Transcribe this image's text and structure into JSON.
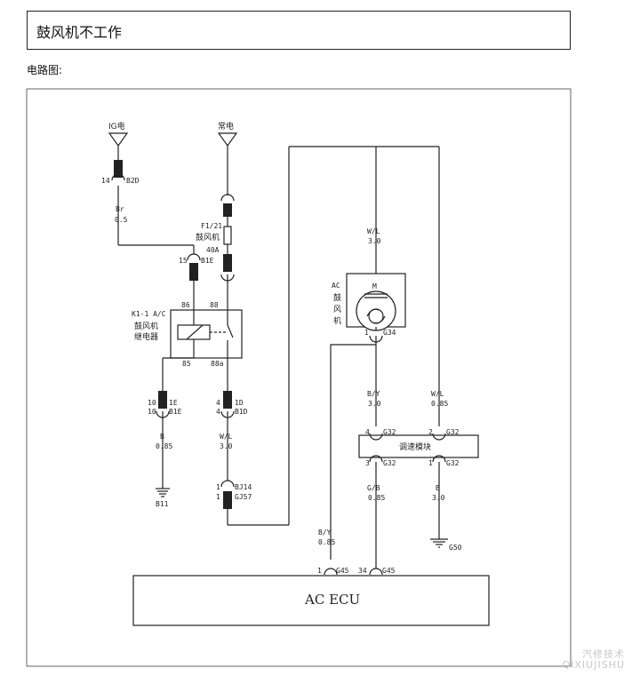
{
  "header": {
    "title": "鼓风机不工作"
  },
  "section": {
    "label": "电路图:"
  },
  "diagram": {
    "power_ig": "IG电",
    "power_batt": "常电",
    "conn_b2d_pin": "14",
    "conn_b2d": "B2D",
    "wire_br": "Br",
    "wire_br_size": "0.5",
    "fuse_id": "F1/21",
    "fuse_name": "鼓风机",
    "fuse_rating": "40A",
    "conn_b1e_top_pin": "15",
    "conn_b1e_top": "B1E",
    "relay_id": "K1-1 A/C",
    "relay_name1": "鼓风机",
    "relay_name2": "继电器",
    "relay_pin86": "86",
    "relay_pin88": "88",
    "relay_pin85": "85",
    "relay_pin88a": "88a",
    "conn_1e_pin_a": "10",
    "conn_1e_a": "1E",
    "conn_b1e_pin_b": "10",
    "conn_b1e_b": "B1E",
    "wire_b1": "B",
    "wire_b1_size": "0.85",
    "ground_b11": "B11",
    "conn_1d_pin_a": "4",
    "conn_1d_a": "1D",
    "conn_b1d_pin_b": "4",
    "conn_b1d_b": "B1D",
    "wire_wl1": "W/L",
    "wire_wl1_size": "3.0",
    "conn_bj14_pin": "1",
    "conn_bj14": "BJ14",
    "conn_gj57_pin": "1",
    "conn_gj57": "GJ57",
    "wire_wl2": "W/L",
    "wire_wl2_size": "3.0",
    "motor_letter": "M",
    "motor_label1": "AC",
    "motor_label2": "鼓",
    "motor_label3": "风",
    "motor_label4": "机",
    "conn_g34_pin": "1",
    "conn_g34": "G34",
    "wire_by1": "B/Y",
    "wire_by1_size": "3.0",
    "wire_wl3": "W/L",
    "wire_wl3_size": "0.85",
    "module_name": "调速模块",
    "mod_pin_tl": "4",
    "mod_conn_tl": "G32",
    "mod_pin_tr": "2",
    "mod_conn_tr": "G32",
    "mod_pin_bl": "3",
    "mod_conn_bl": "G32",
    "mod_pin_br": "1",
    "mod_conn_br": "G32",
    "wire_gb": "G/B",
    "wire_gb_size": "0.85",
    "wire_b2": "B",
    "wire_b2_size": "3.0",
    "ground_g50": "G50",
    "wire_by2": "B/Y",
    "wire_by2_size": "0.85",
    "ecu_pin_a": "1",
    "ecu_conn_a": "G45",
    "ecu_pin_b": "34",
    "ecu_conn_b": "G45",
    "ecu_name": "AC ECU"
  },
  "watermark": {
    "line1": "汽修技术",
    "line2": "QIXIUJISHU"
  }
}
